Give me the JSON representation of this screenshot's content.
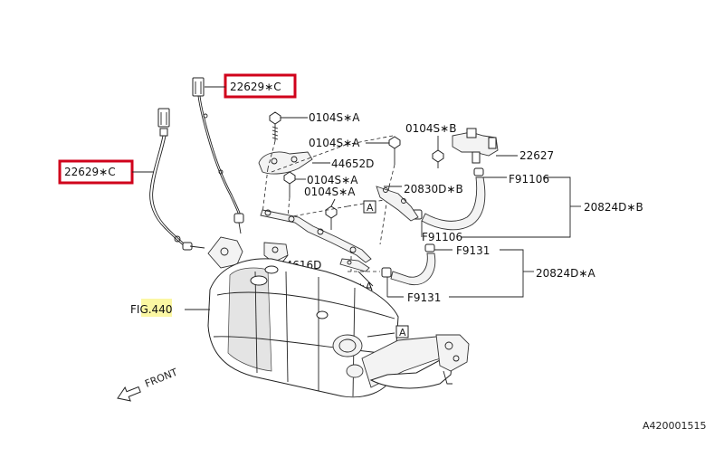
{
  "labels": {
    "sensor_upper": "22629∗C",
    "sensor_left": "22629∗C",
    "bolt_1": "0104S∗A",
    "bolt_2": "0104S∗A",
    "bolt_3": "0104S∗A",
    "bolt_4": "0104S∗A",
    "bolt_b": "0104S∗B",
    "bracket_upper": "44652D",
    "bracket_lower": "44616D",
    "part_22627": "22627",
    "hose_clip_upper": "20830D∗B",
    "hose_clip_lower": "20830D∗A",
    "hose_upper": "20824D∗B",
    "hose_lower": "20824D∗A",
    "clamp_f91106_top": "F91106",
    "clamp_f91106_bottom": "F91106",
    "clamp_f9131_top": "F9131",
    "clamp_f9131_bottom": "F9131",
    "fig_ref": "FIG.440",
    "ref_a_1": "A",
    "ref_a_2": "A",
    "front": "FRONT",
    "diagram_id": "A420001515"
  },
  "colors": {
    "highlight_box": "#d0021b",
    "highlight_fill": "#fbf7a3",
    "line": "#222222"
  }
}
